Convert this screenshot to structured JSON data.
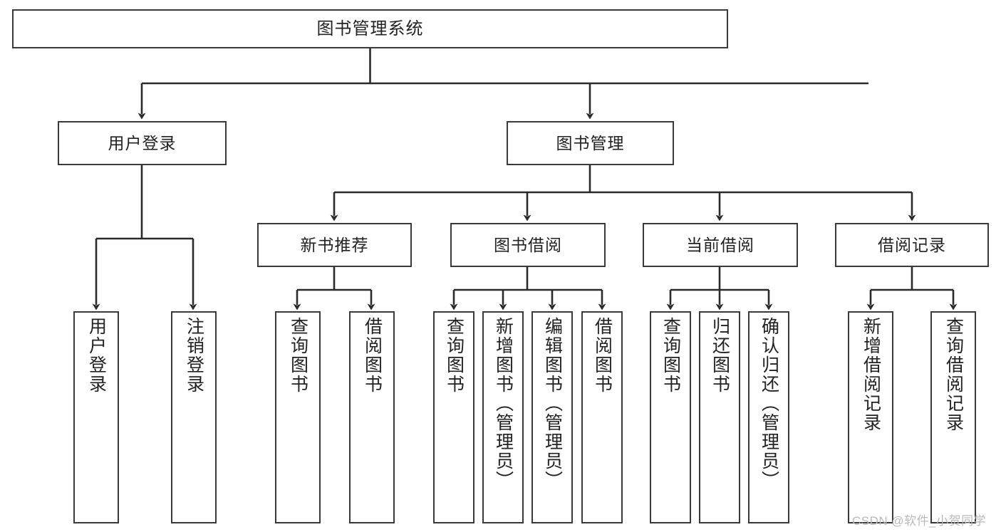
{
  "diagram": {
    "title": "图书管理系统",
    "type": "tree-hierarchy-chart",
    "colors": {
      "box_border": "#3a3a3a",
      "box_fill": "#ffffff",
      "edge": "#2b2b2b",
      "text": "#222222",
      "watermark": "#b9b9b9",
      "background": "#ffffff"
    },
    "root": {
      "label": "图书管理系统"
    },
    "level2": [
      {
        "label": "用户登录"
      },
      {
        "label": "图书管理"
      }
    ],
    "level3": [
      {
        "label": "新书推荐"
      },
      {
        "label": "图书借阅"
      },
      {
        "label": "当前借阅"
      },
      {
        "label": "借阅记录"
      }
    ],
    "leaves": {
      "user_login": [
        {
          "label": "用户登录"
        },
        {
          "label": "注销登录"
        }
      ],
      "new_book_recommend": [
        {
          "label": "查询图书"
        },
        {
          "label": "借阅图书"
        }
      ],
      "book_borrow": [
        {
          "label": "查询图书"
        },
        {
          "label": "新增图书（管理员）"
        },
        {
          "label": "编辑图书（管理员）"
        },
        {
          "label": "借阅图书"
        }
      ],
      "current_borrow": [
        {
          "label": "查询图书"
        },
        {
          "label": "归还图书"
        },
        {
          "label": "确认归还（管理员）"
        }
      ],
      "borrow_record": [
        {
          "label": "新增借阅记录"
        },
        {
          "label": "查询借阅记录"
        }
      ]
    },
    "watermark": "CSDN @软件_小贺同学"
  }
}
